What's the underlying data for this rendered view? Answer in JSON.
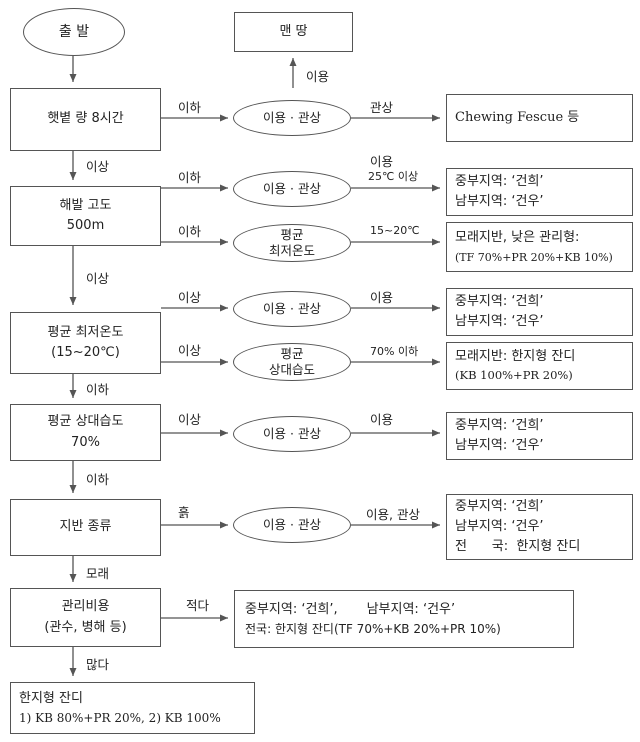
{
  "nodes": {
    "start": "출 발",
    "bare_ground": "맨 땅",
    "sunlight": "햇볕 량 8시간",
    "altitude_l1": "해발 고도",
    "altitude_l2": "500m",
    "min_temp_l1": "평균 최저온도",
    "min_temp_l2": "(15~20℃)",
    "humidity_l1": "평균 상대습도",
    "humidity_l2": "70%",
    "soil": "지반 종류",
    "cost_l1": "관리비용",
    "cost_l2": "(관수, 병해 등)",
    "use_view": "이용 · 관상",
    "avg_min_temp_l1": "평균",
    "avg_min_temp_l2": "최저온도",
    "avg_humidity_l1": "평균",
    "avg_humidity_l2": "상대습도"
  },
  "results": {
    "chewing": "Chewing Fescue 등",
    "central": "중부지역: ‘건희’",
    "southern": "남부지역: ‘건우’",
    "national": "전      국:  한지형 잔디",
    "sand_low_l1": "모래지반, 낮은 관리형:",
    "sand_low_l2": "(TF 70%+PR 20%+KB 10%)",
    "sand_cool_l1": "모래지반:  한지형 잔디",
    "sand_cool_l2": "(KB 100%+PR 20%)",
    "cost_low_l1": "중부지역: ‘건희’,       남부지역: ‘건우’",
    "cost_low_l2": "전국:  한지형 잔디(TF 70%+KB 20%+PR 10%)",
    "final_title": "한지형  잔디",
    "final_l2": "1) KB 80%+PR 20%,  2) KB 100%"
  },
  "edge_labels": {
    "use": "이용",
    "below": "이하",
    "above": "이상",
    "view": "관상",
    "use_25": "이용",
    "temp_25": "25℃  이상",
    "temp_15_20": "15~20℃",
    "hum_70": "70% 이하",
    "soil_earth": "흙",
    "use_and_view": "이용, 관상",
    "sand": "모래",
    "less": "적다",
    "more": "많다"
  }
}
